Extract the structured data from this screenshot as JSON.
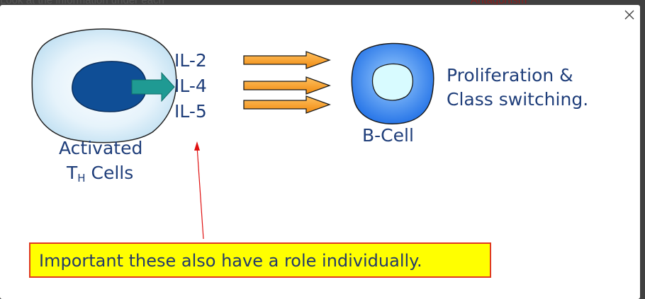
{
  "background": {
    "left_text": "Look at the information under each",
    "right_text": "Antagonism"
  },
  "dialog": {
    "close_icon": "close-icon"
  },
  "figure": {
    "th_cell_label_line1": "Activated",
    "th_cell_label_main": "T",
    "th_cell_label_sub": "H",
    "th_cell_label_tail": " Cells",
    "cytokines": [
      "IL-2",
      "IL-4",
      "IL-5"
    ],
    "b_cell_label": "B-Cell",
    "outcome_line1": "Proliferation &",
    "outcome_line2": "Class switching.",
    "note": "Important these also have a role individually."
  },
  "colors": {
    "label_text": "#1f3e7a",
    "arrow_fill": "#f59a1c",
    "teal_arrow": "#1f9a93",
    "note_fill": "#ffff00",
    "note_border": "#e03a1f",
    "pointer_line": "#e01010"
  }
}
